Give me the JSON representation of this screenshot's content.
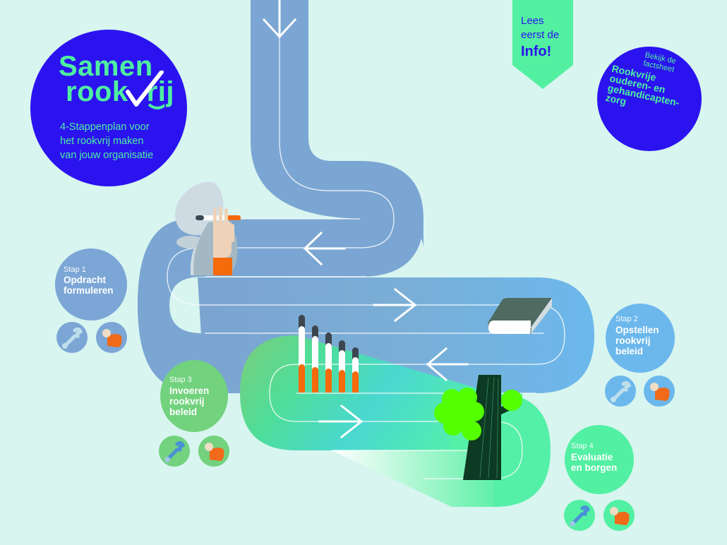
{
  "logo": {
    "line1": "Samen",
    "line2": "rook rij",
    "subtitle_lines": [
      "4-Stappenplan voor",
      "het rookvrij maken",
      "van jouw organisatie"
    ]
  },
  "info_banner": {
    "line1": "Lees",
    "line2": "eerst de",
    "line3": "Info!"
  },
  "factsheet": {
    "intro_lines": [
      "Bekijk de",
      "factsheet"
    ],
    "title_lines": [
      "Rookvrije",
      "ouderen- en",
      "gehandicapten-",
      "zorg"
    ]
  },
  "steps": [
    {
      "label": "Stap 1",
      "title_lines": [
        "Opdracht",
        "formuleren"
      ],
      "color": "#7ba6d6",
      "icons": [
        "wrench-icon",
        "strong-arm-icon"
      ]
    },
    {
      "label": "Stap 2",
      "title_lines": [
        "Opstellen",
        "rookvrij",
        "beleid"
      ],
      "color": "#6cb8ec",
      "icons": [
        "wrench-icon",
        "strong-arm-icon"
      ]
    },
    {
      "label": "Stap 3",
      "title_lines": [
        "Invoeren",
        "rookvrij",
        "beleid"
      ],
      "color": "#72d27e",
      "icons": [
        "wrench-icon",
        "strong-arm-icon"
      ]
    },
    {
      "label": "Stap 4",
      "title_lines": [
        "Evaluatie",
        "en borgen"
      ],
      "color": "#52f0a2",
      "icons": [
        "wrench-icon",
        "strong-arm-icon"
      ]
    }
  ],
  "colors": {
    "background": "#d8f5f0",
    "brand_blue": "#2b13f0",
    "brand_green": "#4ef0a0",
    "road_blue": "#7ba6d3",
    "road_lightblue": "#6cb8ec",
    "road_green": "#52f0b0",
    "orange": "#f56a0a"
  },
  "illustrations": [
    "hand-with-cigarette-icon",
    "book-icon",
    "cigarette-bars-icon",
    "tree-icon"
  ]
}
